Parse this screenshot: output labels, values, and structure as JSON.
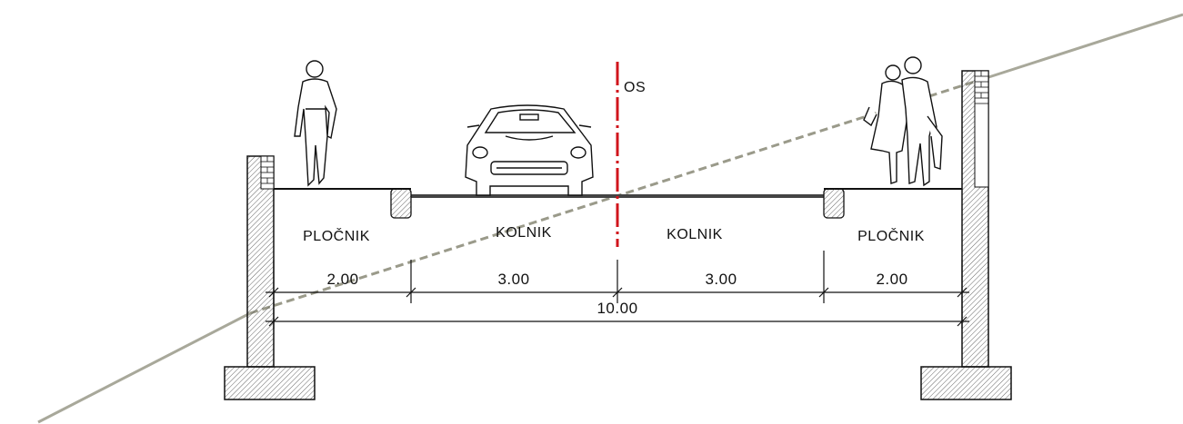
{
  "labels": {
    "axis": "OS",
    "left_sidewalk": "PLOČNIK",
    "left_lane": "KOLNIK",
    "right_lane": "KOLNIK",
    "right_sidewalk": "PLOČNIK"
  },
  "dimensions": {
    "left_sidewalk": "2.00",
    "left_lane": "3.00",
    "right_lane": "3.00",
    "right_sidewalk": "2.00",
    "total": "10.00"
  },
  "colors": {
    "line": "#111111",
    "axis": "#d0141c",
    "hatch": "#444444",
    "terrain": "#a8a89a",
    "terrain_dashed": "#9a9a8a"
  },
  "figures": [
    "man-walking-icon",
    "car-front-icon",
    "couple-walking-icon"
  ]
}
